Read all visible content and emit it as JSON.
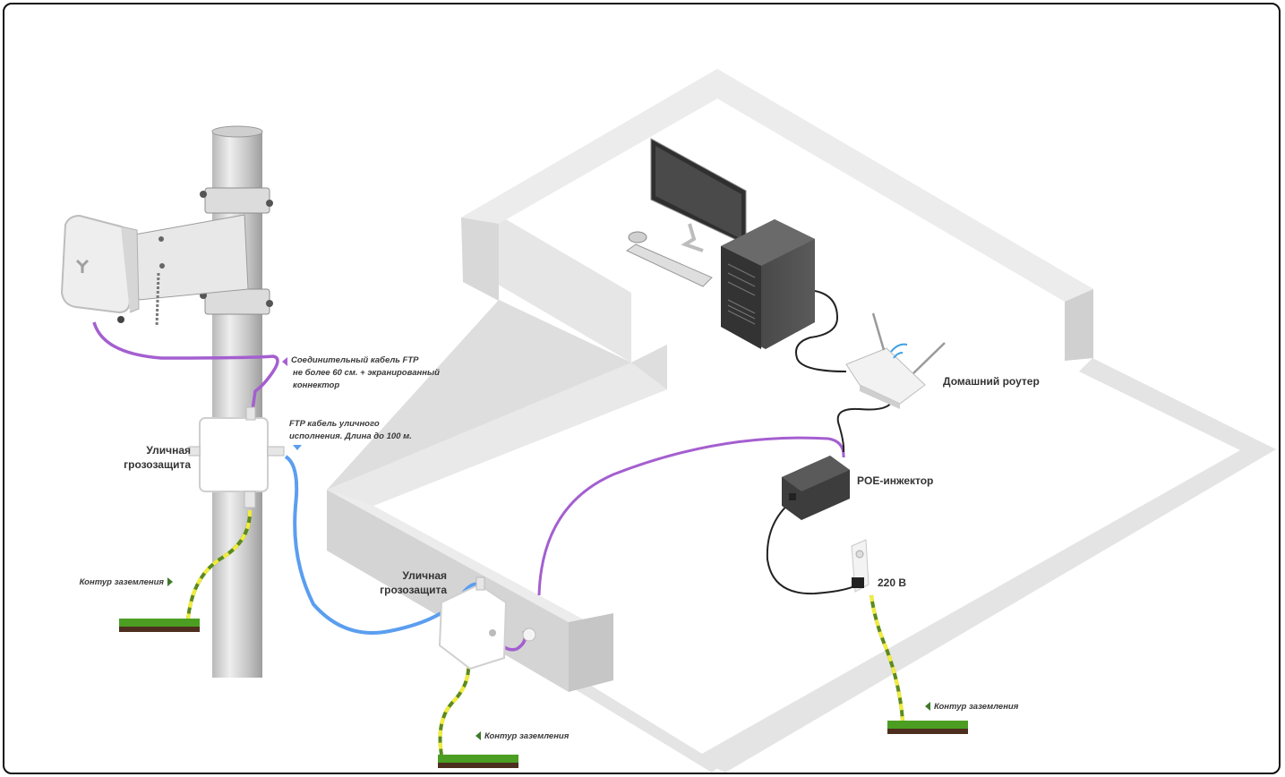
{
  "labels": {
    "ftp_patch_line1": "Соединительный кабель FTP",
    "ftp_patch_line2": "не более 60 см. + экранированный",
    "ftp_patch_line3": "коннектор",
    "ftp_outdoor_line1": "FTP кабель уличного",
    "ftp_outdoor_line2": "исполнения. Длина до 100 м.",
    "surge_pole_line1": "Уличная",
    "surge_pole_line2": "грозозащита",
    "surge_wall_line1": "Уличная",
    "surge_wall_line2": "грозозащита",
    "ground_pole": "Контур заземления",
    "ground_wall": "Контур заземления",
    "ground_outlet": "Контур заземления",
    "router": "Домашний роутер",
    "poe": "POE-инжектор",
    "mains": "220 В"
  },
  "colors": {
    "patch_cable": "#a45fd0",
    "outdoor_cable": "#5b9ef0",
    "ground_wire_green": "#5c8a1e",
    "ground_wire_yellow": "#f2ec3c",
    "wall": "#e3e3e3",
    "arrow_green": "#3f7a2a"
  },
  "icons": {
    "antenna": "sector-antenna-icon",
    "router": "wifi-router-icon",
    "pc": "desktop-computer-icon",
    "poe": "poe-injector-icon",
    "outlet": "power-outlet-icon",
    "ground": "grass-ground-icon"
  }
}
